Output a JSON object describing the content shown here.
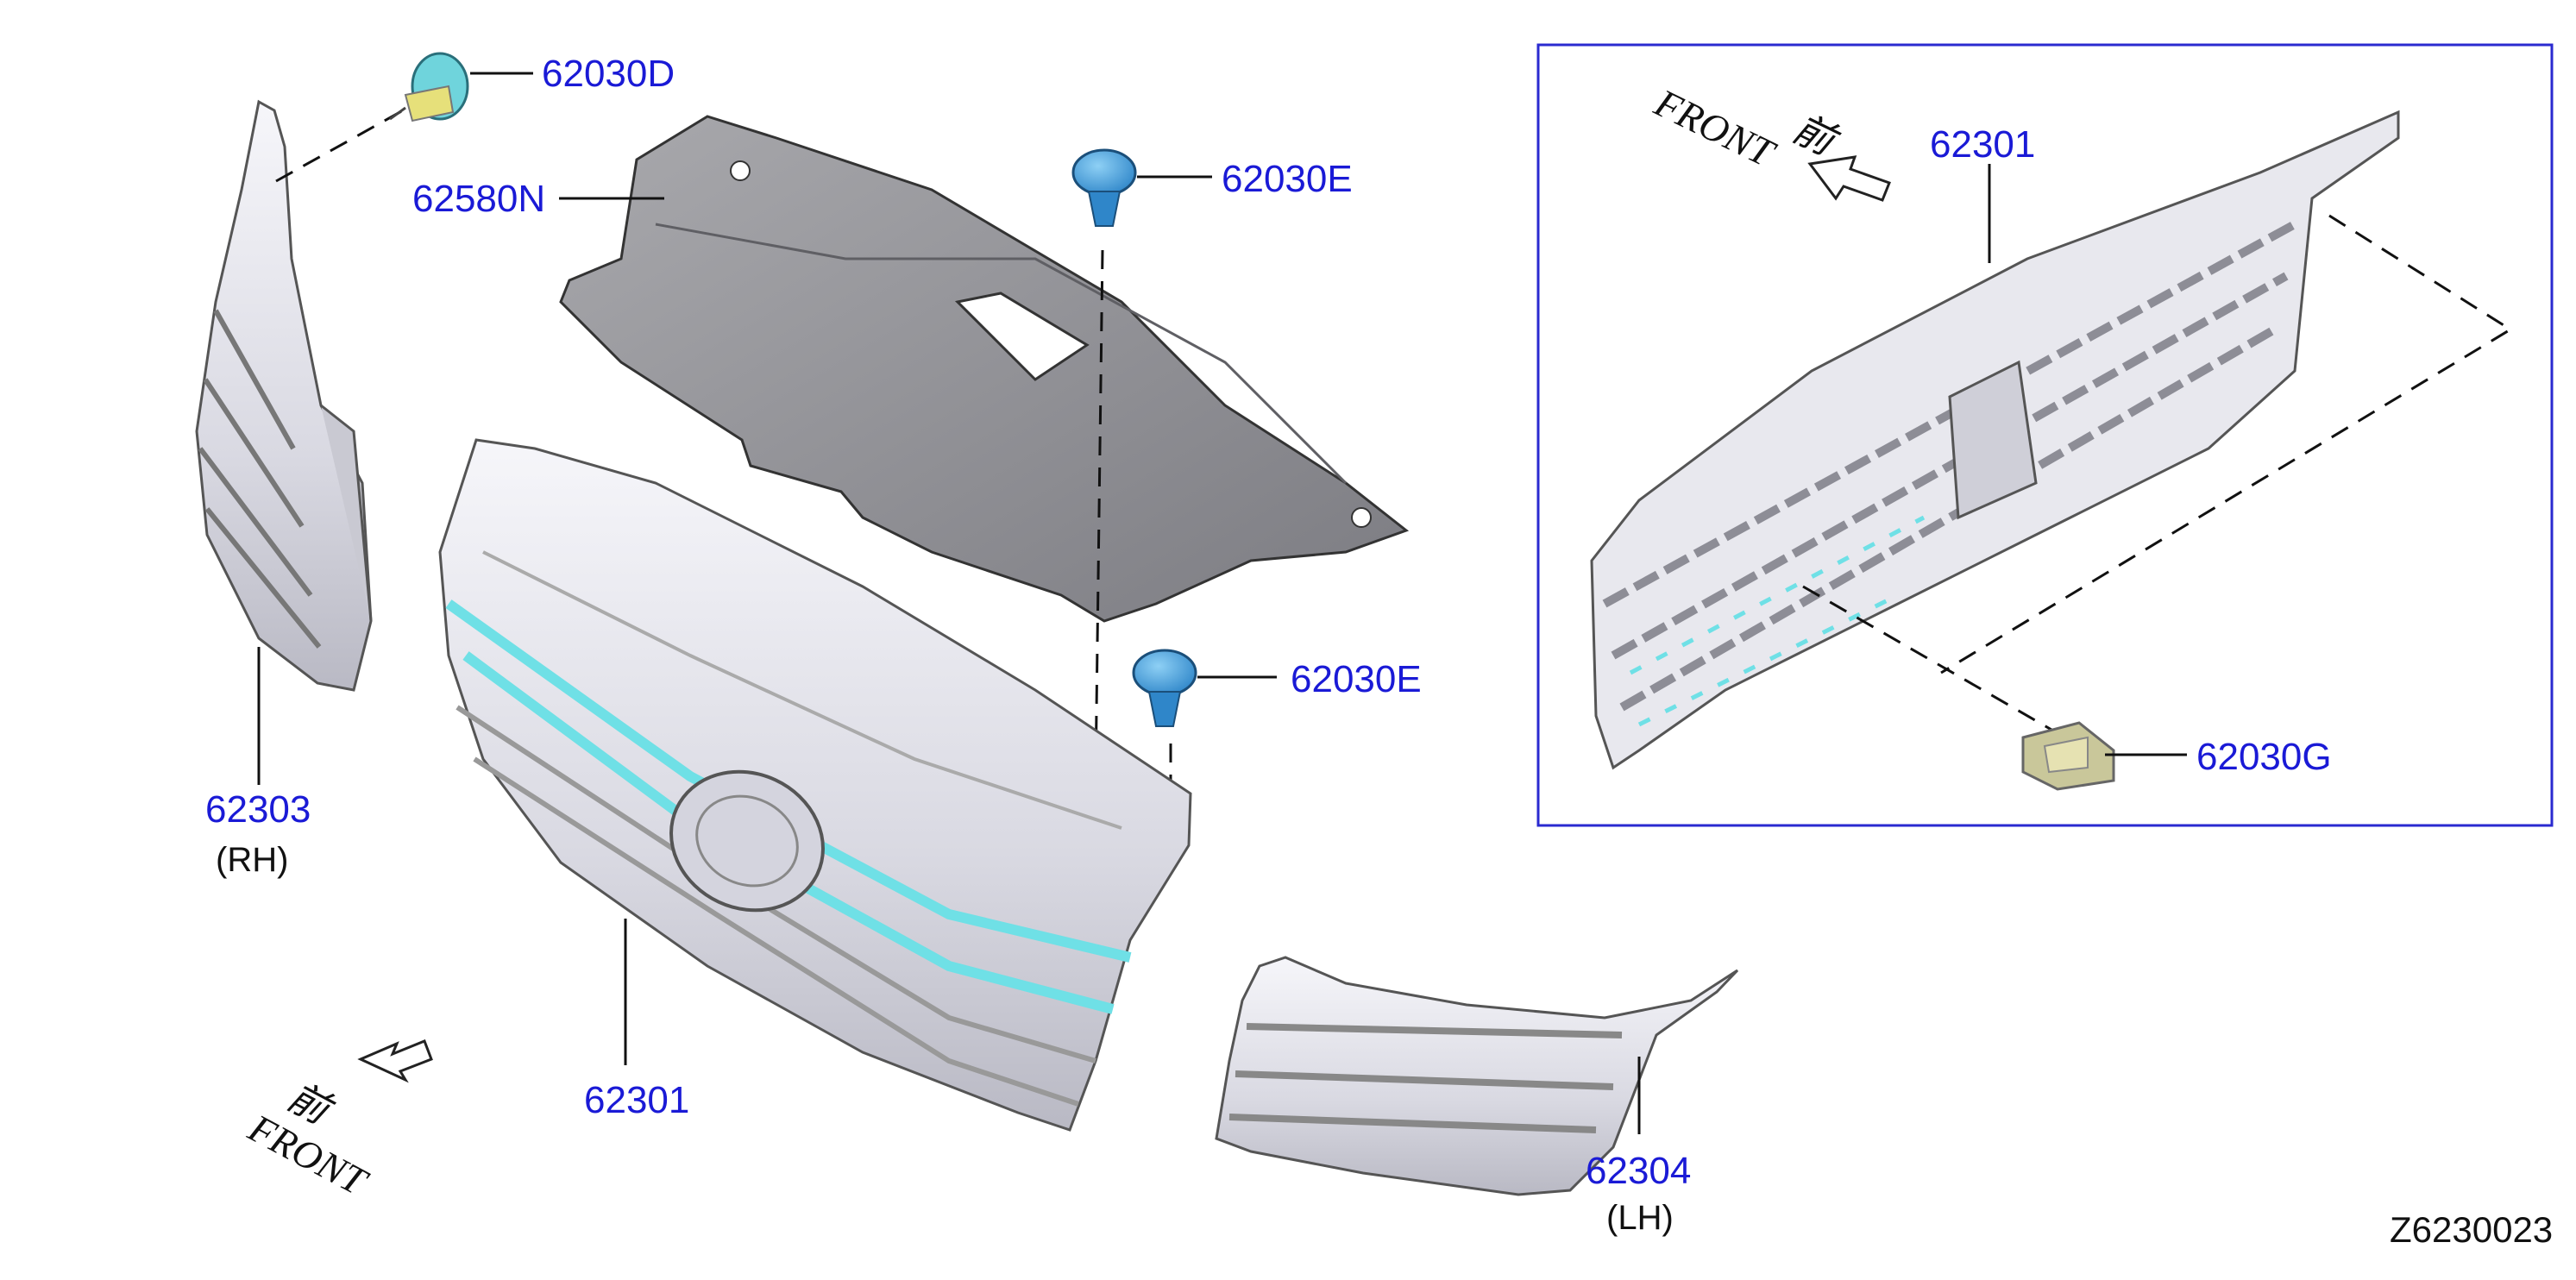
{
  "diagram_id": "Z6230023",
  "callouts": {
    "clip_d": "62030D",
    "cover": "62580N",
    "clip_e_top": "62030E",
    "clip_e_mid": "62030E",
    "molding_rh": "62303",
    "molding_rh_side": "(RH)",
    "grille_main": "62301",
    "molding_lh": "62304",
    "molding_lh_side": "(LH)",
    "inset_grille": "62301",
    "inset_clip_g": "62030G"
  },
  "front_marker": {
    "kanji": "前",
    "word": "FRONT"
  },
  "colors": {
    "callout_blue": "#1a1ad6",
    "inset_border": "#2a2ad0",
    "accent_cyan": "#6fe0e6",
    "clip_blue": "#2f86c9",
    "clip_yellow": "#e6e07a",
    "clip_olive": "#c9c79a"
  },
  "icons": [
    "front-arrow-icon",
    "front-arrow-icon"
  ]
}
